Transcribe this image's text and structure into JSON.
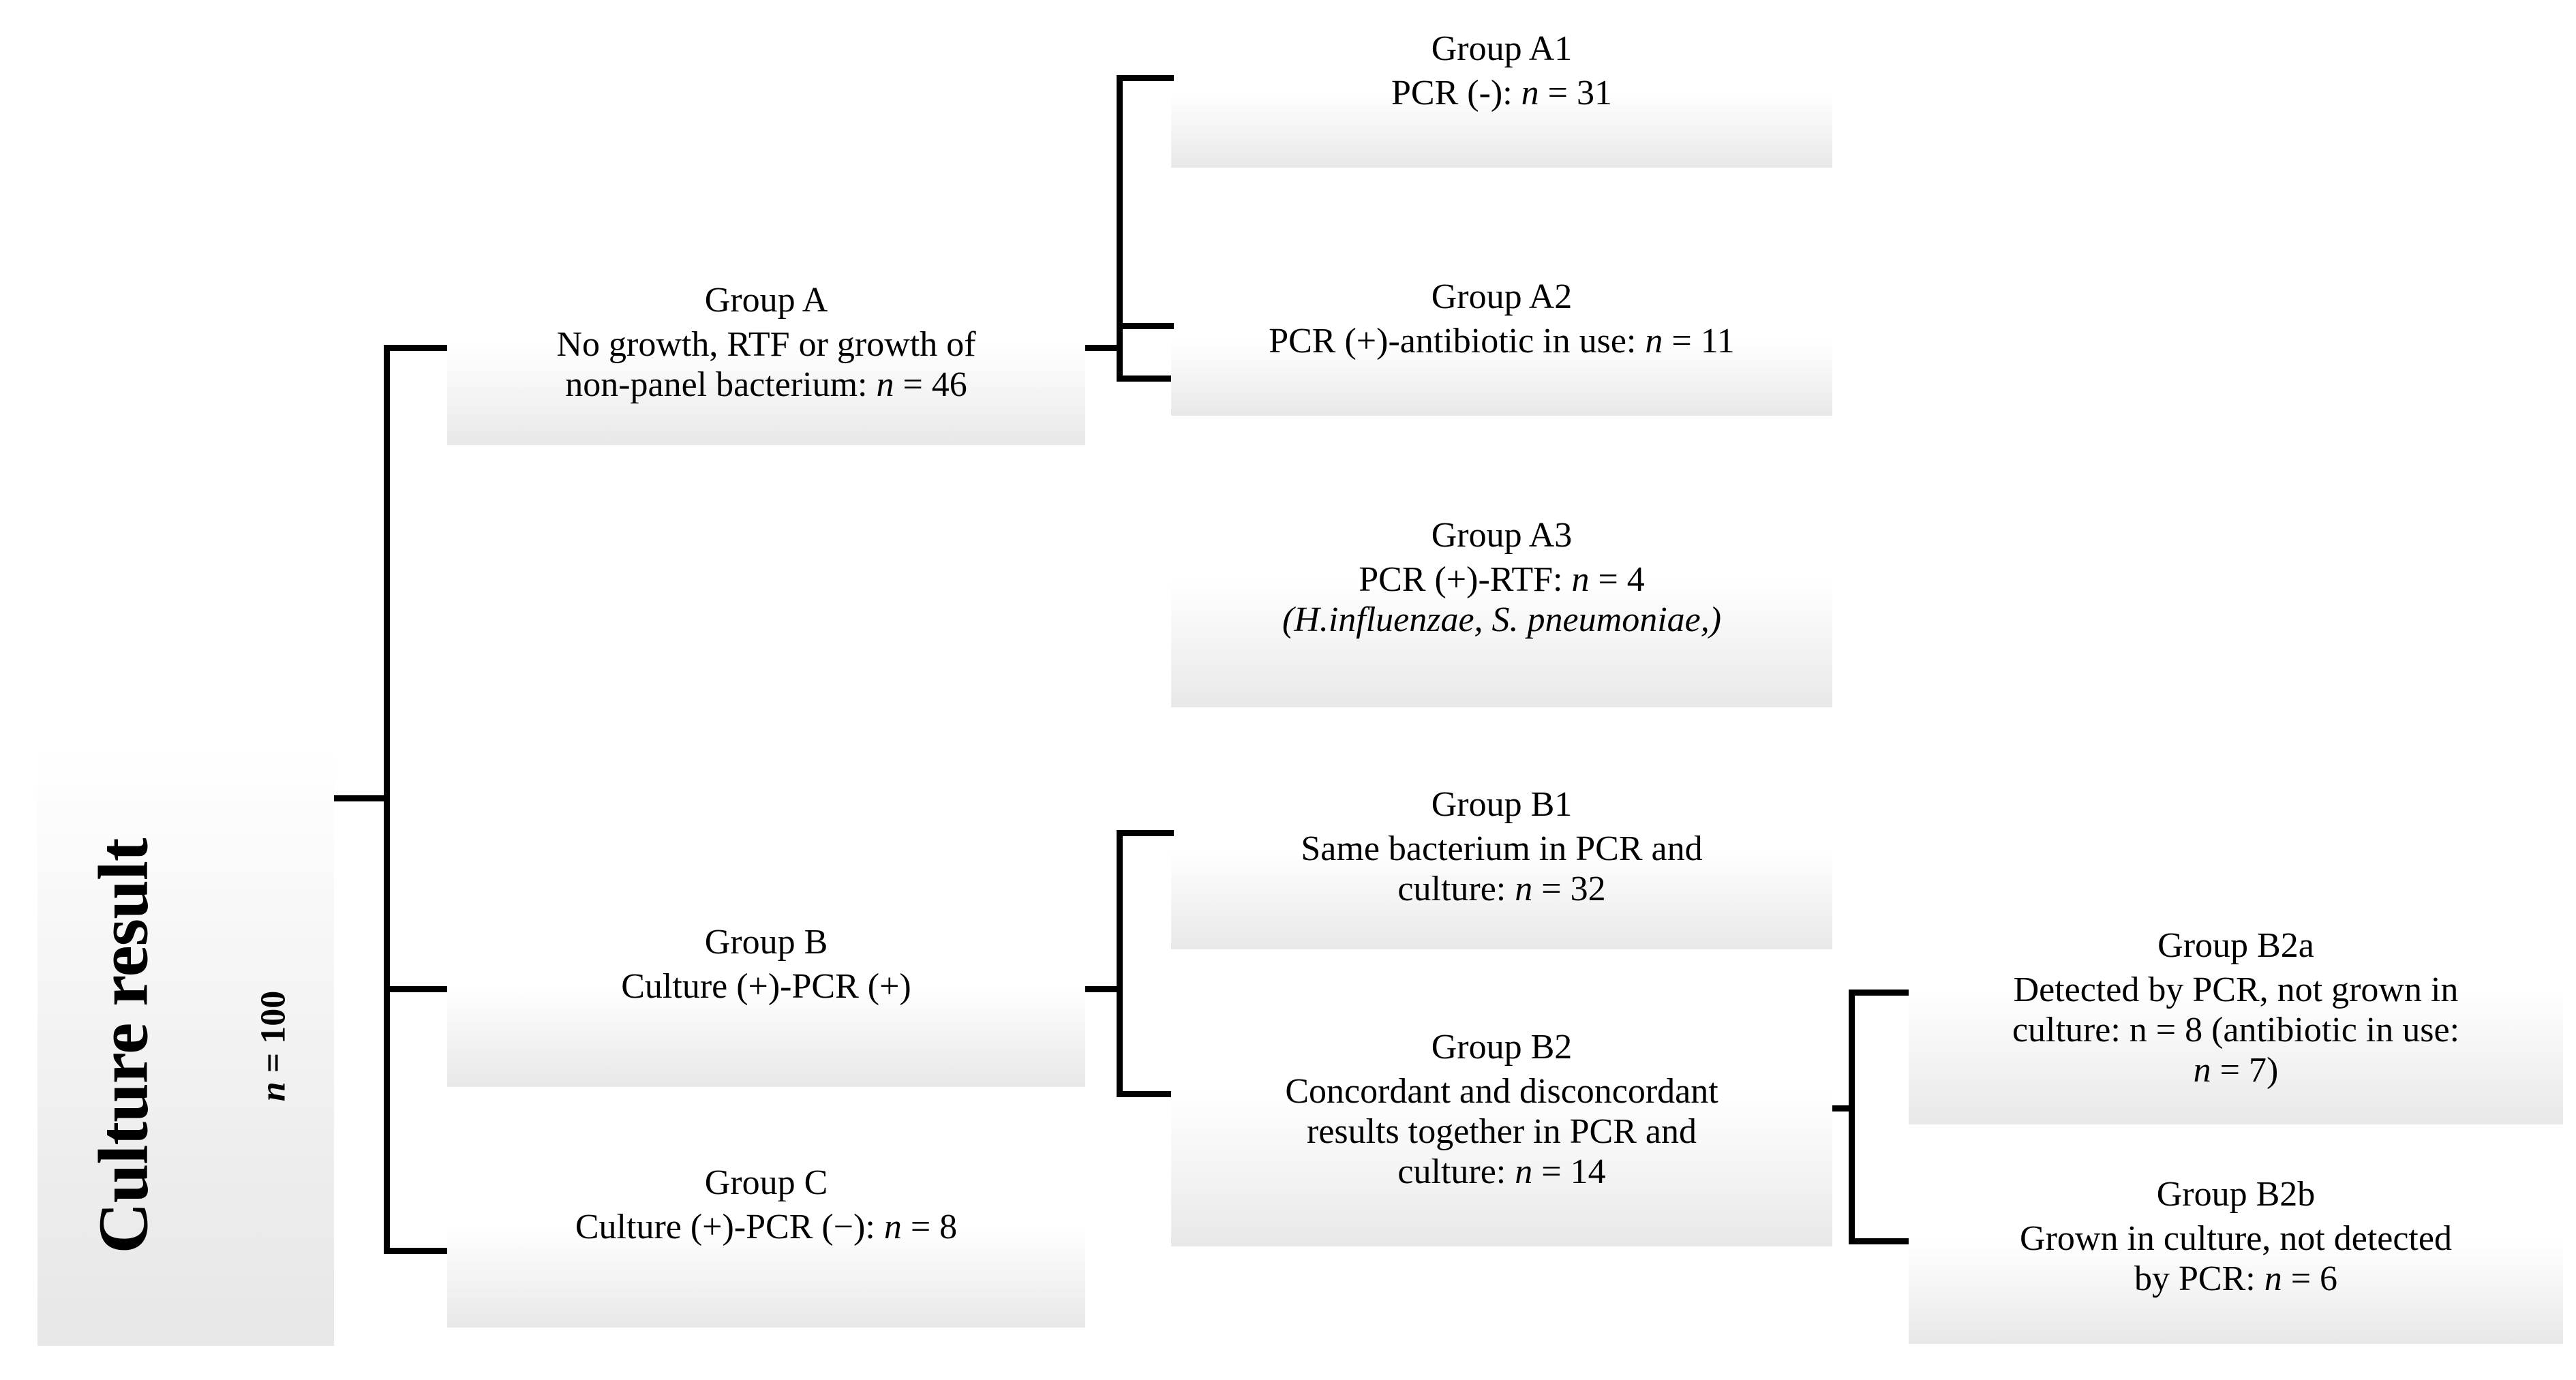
{
  "diagram": {
    "kind": "flowchart",
    "root": {
      "label": "Culture result",
      "n_prefix": "n",
      "n_value": " = 100"
    },
    "nodes": {
      "group_a": {
        "title": "Group A",
        "line1": "No growth, RTF or growth of",
        "line2_pre": "non-panel bacterium: ",
        "line2_italic": "n",
        "line2_post": " = 46"
      },
      "group_a1": {
        "title": "Group A1",
        "line1_pre": "PCR (-): ",
        "line1_italic": "n",
        "line1_post": " = 31"
      },
      "group_a2": {
        "title": "Group A2",
        "line1_pre": "PCR (+)-antibiotic in use: ",
        "line1_italic": "n",
        "line1_post": " = 11"
      },
      "group_a3": {
        "title": "Group A3",
        "line1_pre": "PCR (+)-RTF: ",
        "line1_italic": "n",
        "line1_post": " = 4",
        "line2_italic": "(H.influenzae, S. pneumoniae,)"
      },
      "group_b": {
        "title": "Group B",
        "line1": "Culture (+)-PCR (+)"
      },
      "group_b1": {
        "title": "Group B1",
        "line1": "Same bacterium in PCR and",
        "line2_pre": "culture: ",
        "line2_italic": "n",
        "line2_post": " = 32"
      },
      "group_b2": {
        "title": "Group B2",
        "line1": "Concordant and disconcordant",
        "line2": "results together in PCR and",
        "line3_pre": "culture: ",
        "line3_italic": "n",
        "line3_post": " = 14"
      },
      "group_b2a": {
        "title": "Group B2a",
        "line1": "Detected by PCR, not grown in",
        "line2": "culture: n = 8 (antibiotic in use:",
        "line3_italic": "n",
        "line3_post": " = 7)"
      },
      "group_b2b": {
        "title": "Group B2b",
        "line1": "Grown in culture, not detected",
        "line2_pre": "by PCR: ",
        "line2_italic": "n",
        "line2_post": " = 6"
      },
      "group_c": {
        "title": "Group C",
        "line1_pre": "Culture (+)-PCR (−): ",
        "line1_italic": "n",
        "line1_post": " =  8"
      }
    },
    "counts": {
      "total": 100,
      "group_a": 46,
      "group_a1": 31,
      "group_a2": 11,
      "group_a3": 4,
      "group_b1": 32,
      "group_b2": 14,
      "group_b2a": 8,
      "group_b2a_antibiotic": 7,
      "group_b2b": 6,
      "group_c": 8
    },
    "colors": {
      "line": "#000000",
      "box_top": "#ffffff",
      "box_bottom": "#e8e8e8",
      "text": "#000000"
    }
  }
}
